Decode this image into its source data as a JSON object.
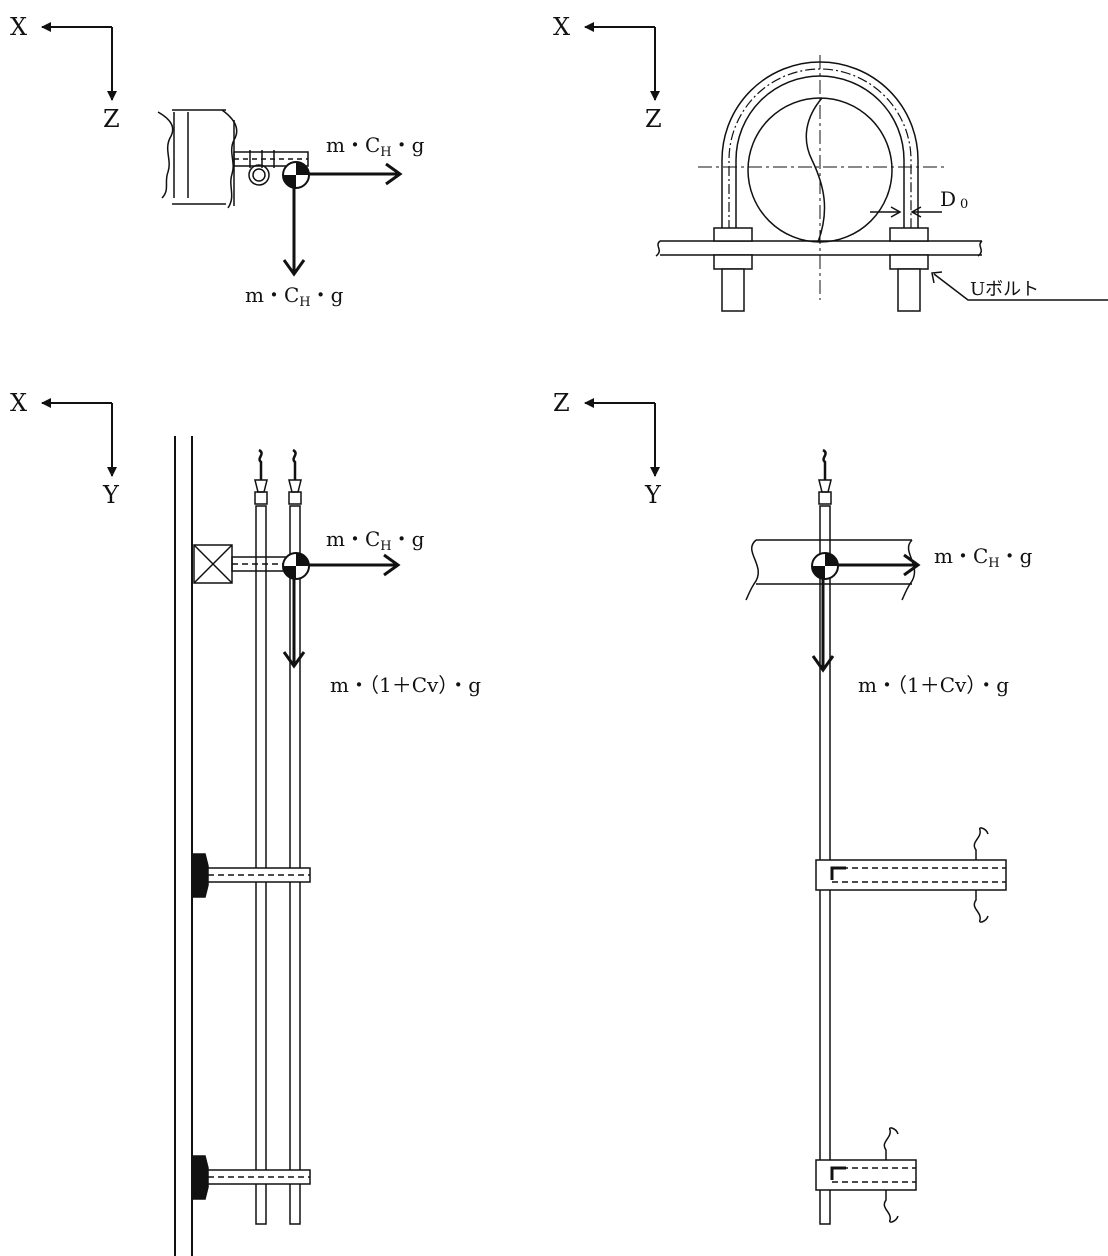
{
  "axes": {
    "top_left": {
      "horizontal": "X",
      "vertical": "Z"
    },
    "top_right": {
      "horizontal": "X",
      "vertical": "Z"
    },
    "bottom_left": {
      "horizontal": "X",
      "vertical": "Y"
    },
    "bottom_right": {
      "horizontal": "Z",
      "vertical": "Y"
    }
  },
  "labels": {
    "horizontal_force": {
      "prefix": "m・C",
      "subscript": "H",
      "suffix": "・g"
    },
    "vertical_force_top": {
      "prefix": "m・C",
      "subscript": "H",
      "suffix": "・g"
    },
    "vertical_force_bottom": "m・（1＋Cv）・g",
    "diameter": {
      "letter": "D",
      "subscript": "0"
    },
    "u_bolt": "Uボルト"
  }
}
